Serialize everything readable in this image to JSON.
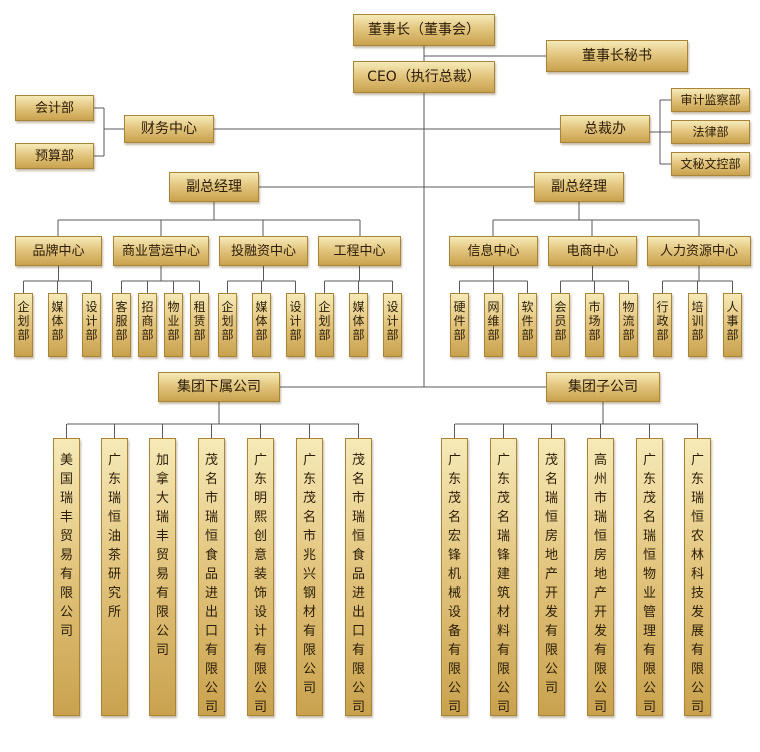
{
  "nodes": {
    "chairman": "董事长（董事会）",
    "chairman_secretary": "董事长秘书",
    "ceo": "CEO（执行总裁）",
    "accounting": "会计部",
    "budget": "预算部",
    "finance_center": "财务中心",
    "president_office": "总裁办",
    "audit": "审计监察部",
    "legal": "法律部",
    "document_control": "文秘文控部",
    "vp_left": "副总经理",
    "vp_right": "副总经理",
    "group_affiliates": "集团下属公司",
    "group_subsidiaries": "集团子公司"
  },
  "centers": [
    {
      "label": "品牌中心",
      "depts": [
        "企划部",
        "媒体部",
        "设计部"
      ]
    },
    {
      "label": "商业营运中心",
      "depts": [
        "客服部",
        "招商部",
        "物业部",
        "租赁部"
      ]
    },
    {
      "label": "投融资中心",
      "depts": [
        "企划部",
        "媒体部",
        "设计部"
      ]
    },
    {
      "label": "工程中心",
      "depts": [
        "企划部",
        "媒体部",
        "设计部"
      ]
    },
    {
      "label": "信息中心",
      "depts": [
        "硬件部",
        "网维部",
        "软件部"
      ]
    },
    {
      "label": "电商中心",
      "depts": [
        "会员部",
        "市场部",
        "物流部"
      ]
    },
    {
      "label": "人力资源中心",
      "depts": [
        "行政部",
        "培训部",
        "人事部"
      ]
    }
  ],
  "affiliate_companies": [
    "美国瑞丰贸易有限公司",
    "广东瑞恒油茶研究所",
    "加拿大瑞丰贸易有限公司",
    "茂名市瑞恒食品进出口有限公司",
    "广东明熙创意装饰设计有限公司",
    "广东茂名市兆兴钢材有限公司",
    "茂名市瑞恒食品进出口有限公司"
  ],
  "subsidiary_companies": [
    "广东茂名宏锋机械设备有限公司",
    "广东茂名瑞锋建筑材料有限公司",
    "茂名瑞恒房地产开发有限公司",
    "高州市瑞恒房地产开发有限公司",
    "广东茂名瑞恒物业管理有限公司",
    "广东瑞恒农林科技发展有限公司"
  ]
}
